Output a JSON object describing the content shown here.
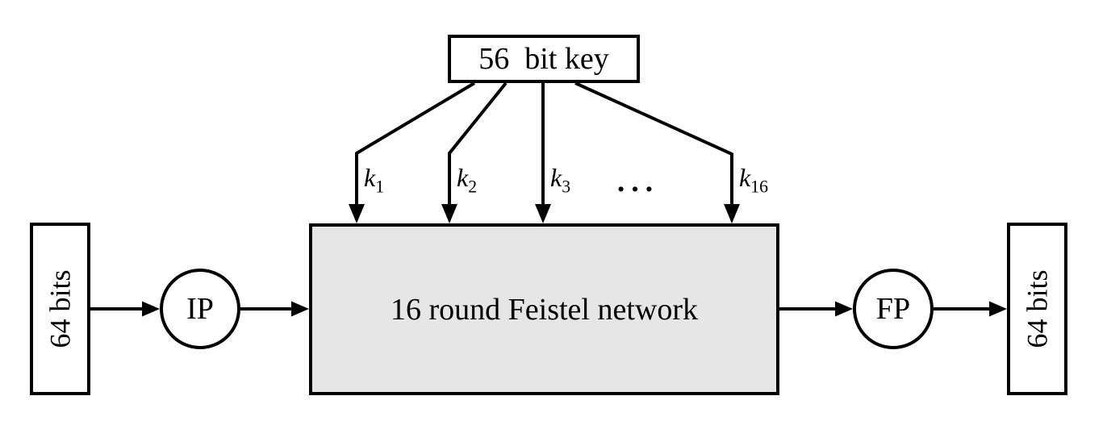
{
  "colors": {
    "line": "#000000",
    "feistel_fill": "#e6e6e6",
    "background": "#ffffff"
  },
  "key_box": {
    "label": "56  bit key"
  },
  "subkeys": {
    "labels": [
      {
        "base": "k",
        "sub": "1"
      },
      {
        "base": "k",
        "sub": "2"
      },
      {
        "base": "k",
        "sub": "3"
      },
      {
        "base": "k",
        "sub": "16"
      }
    ],
    "ellipsis": "…"
  },
  "feistel_box": {
    "label": "16 round Feistel network"
  },
  "input_box": {
    "label": "64 bits"
  },
  "ip_node": {
    "label": "IP"
  },
  "fp_node": {
    "label": "FP"
  },
  "output_box": {
    "label": "64 bits"
  }
}
